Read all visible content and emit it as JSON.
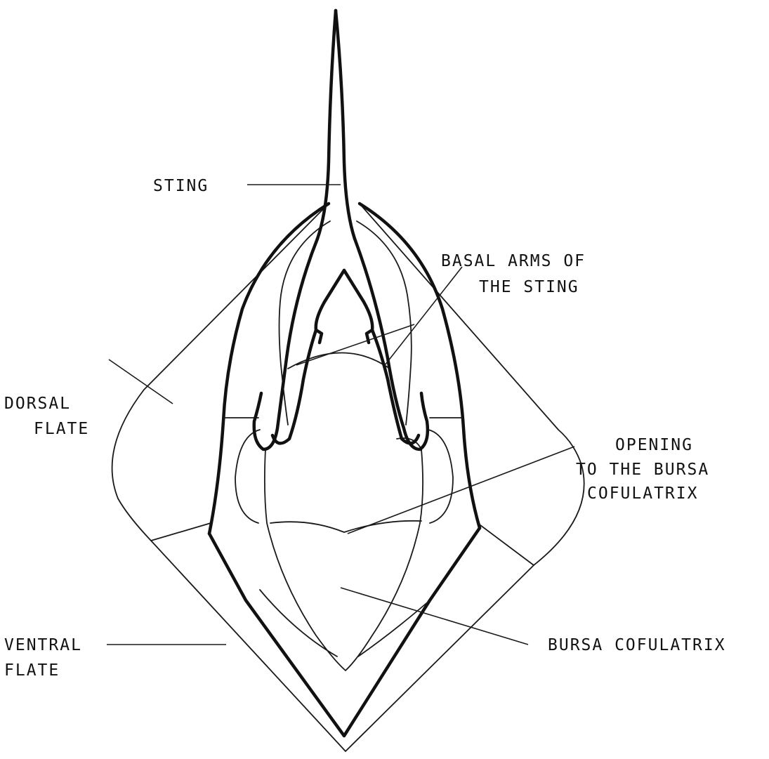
{
  "labels": {
    "sting": "STING",
    "basal_arms": [
      "BASAL ARMS OF",
      "THE STING"
    ],
    "dorsal_plate": [
      "DORSAL",
      "FLATE"
    ],
    "opening": [
      "OPENING",
      "TO THE BURSA",
      "COFULATRIX"
    ],
    "ventral_plate": [
      "VENTRAL",
      "FLATE"
    ],
    "bursa": "BURSA COFULATRIX"
  }
}
